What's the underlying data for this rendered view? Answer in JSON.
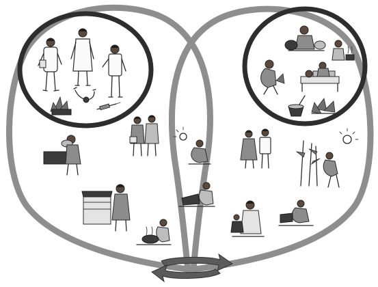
{
  "diagram": {
    "colors": {
      "outer_ring": "#8e8e8e",
      "inner_ring": "#2d2d2d",
      "arrow": "#5b5b5b",
      "background": "#ffffff"
    },
    "regions": {
      "left_loop": {
        "inner_circle": [
          "doctor-figure",
          "nurse-figure",
          "patient-figure",
          "medical-plants",
          "stethoscope",
          "syringe"
        ],
        "scenes": [
          "woman-carrying-basket-scene",
          "two-women-scene",
          "market-stall-woman-scene",
          "woman-cooking-scene"
        ]
      },
      "overlap": {
        "scenes": [
          "seated-woman-sun-scene",
          "woman-working-scene"
        ]
      },
      "right_loop": {
        "inner_circle": [
          "healer-with-pots-scene",
          "person-at-stove-scene",
          "bent-figure-scene",
          "patient-on-bed-scene",
          "mortar-scene",
          "herbs-scene"
        ],
        "scenes": [
          "couple-scene",
          "farmer-maize-field-scene",
          "woman-with-child-scene",
          "kneeling-woman-scene"
        ]
      }
    },
    "cycle_arrows": 2
  }
}
